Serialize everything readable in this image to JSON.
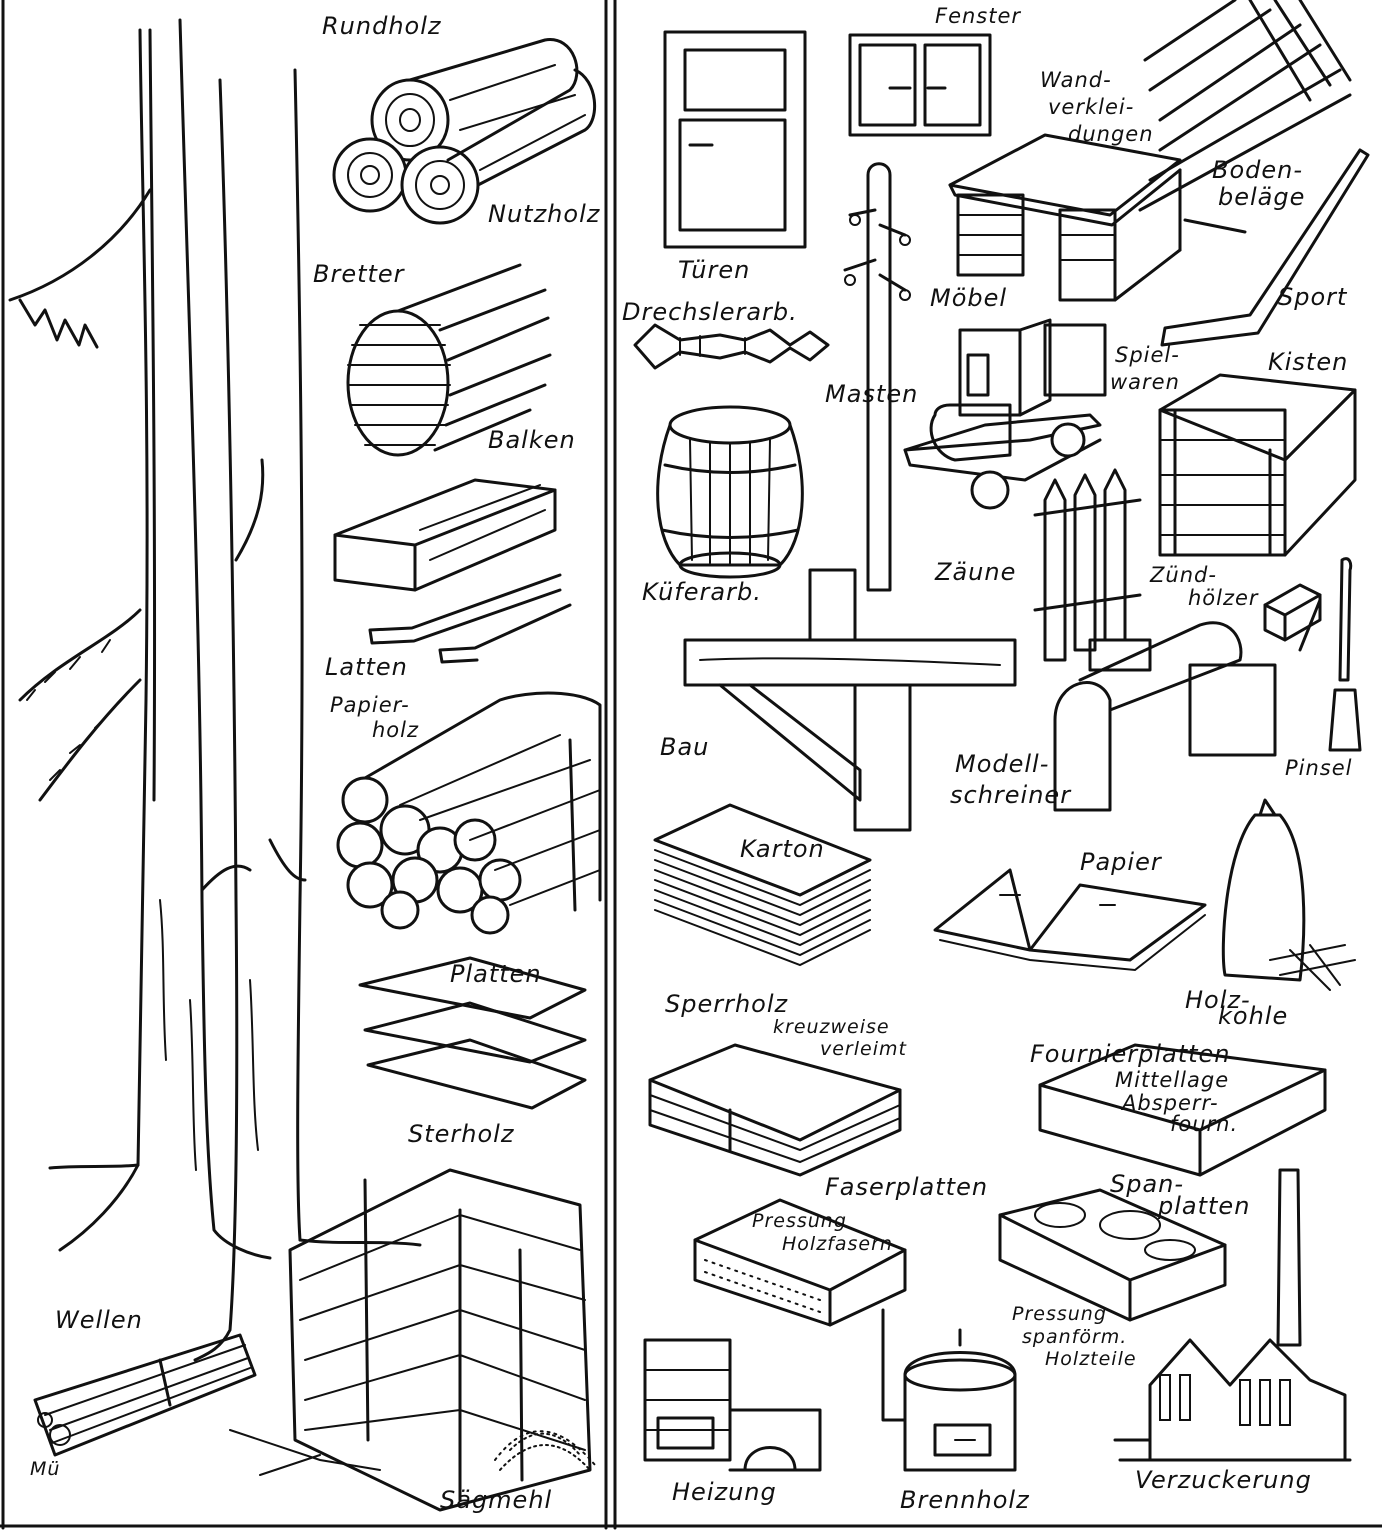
{
  "colors": {
    "ink": "#111111",
    "paper": "#ffffff"
  },
  "labels": {
    "rundholz": "Rundholz",
    "nutzholz": "Nutzholz",
    "bretter": "Bretter",
    "balken": "Balken",
    "latten": "Latten",
    "papierholz_1": "Papier-",
    "papierholz_2": "holz",
    "platten": "Platten",
    "sterholz": "Sterholz",
    "wellen": "Wellen",
    "saegmehl": "Sägmehl",
    "signature": "Mü",
    "fenster": "Fenster",
    "wandverkleidungen_1": "Wand-",
    "wandverkleidungen_2": "verklei-",
    "wandverkleidungen_3": "dungen",
    "bodenbelaege_1": "Boden-",
    "bodenbelaege_2": "beläge",
    "tueren": "Türen",
    "moebel": "Möbel",
    "sport": "Sport",
    "drechslerarb": "Drechslerarb.",
    "masten": "Masten",
    "spielwaren_1": "Spiel-",
    "spielwaren_2": "waren",
    "kisten": "Kisten",
    "kueferarb": "Küferarb.",
    "zaeune": "Zäune",
    "zuendhoelzer_1": "Zünd-",
    "zuendhoelzer_2": "hölzer",
    "bau": "Bau",
    "modellschreiner_1": "Modell-",
    "modellschreiner_2": "schreiner",
    "pinsel": "Pinsel",
    "karton": "Karton",
    "papier": "Papier",
    "holzkohle_1": "Holz-",
    "holzkohle_2": "kohle",
    "sperrholz": "Sperrholz",
    "kreuzweise_1": "kreuzweise",
    "kreuzweise_2": "verleimt",
    "fournierplatten_1": "Fournierplatten",
    "fournierplatten_2": "Mittellage",
    "fournierplatten_3": "Absperr-",
    "fournierplatten_4": "fourn.",
    "faserplatten": "Faserplatten",
    "pressung_holzfasern_1": "Pressung",
    "pressung_holzfasern_2": "Holzfasern",
    "spanplatten_1": "Span-",
    "spanplatten_2": "platten",
    "pressung_span_1": "Pressung",
    "pressung_span_2": "spanförm.",
    "pressung_span_3": "Holzteile",
    "heizung": "Heizung",
    "brennholz": "Brennholz",
    "verzuckerung": "Verzuckerung"
  }
}
